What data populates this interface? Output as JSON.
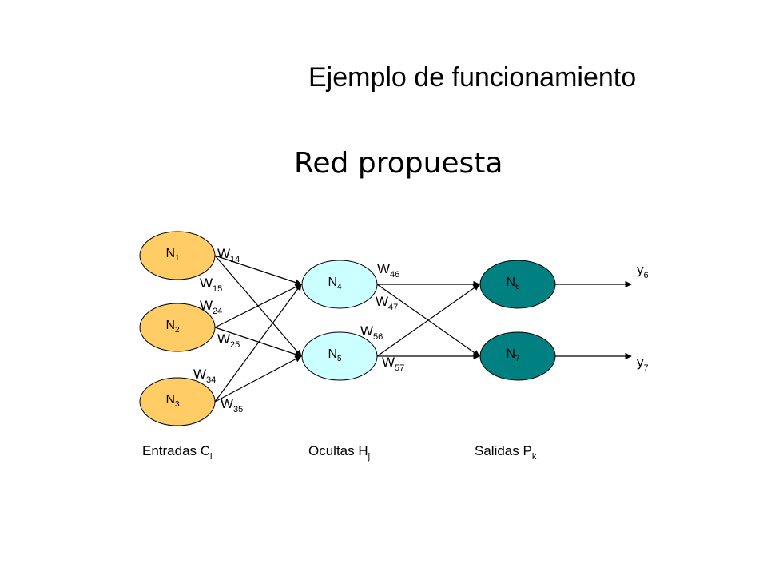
{
  "title": "Ejemplo de funcionamiento",
  "subtitle": "Red propuesta",
  "colors": {
    "input_fill": "#FFCC66",
    "hidden_fill": "#CCFFFF",
    "output_fill": "#008080",
    "stroke": "#000000"
  },
  "nodes": [
    {
      "id": "n1",
      "base": "N",
      "sub": "1",
      "layer": "input"
    },
    {
      "id": "n2",
      "base": "N",
      "sub": "2",
      "layer": "input"
    },
    {
      "id": "n3",
      "base": "N",
      "sub": "3",
      "layer": "input"
    },
    {
      "id": "n4",
      "base": "N",
      "sub": "4",
      "layer": "hidden"
    },
    {
      "id": "n5",
      "base": "N",
      "sub": "5",
      "layer": "hidden"
    },
    {
      "id": "n6",
      "base": "N",
      "sub": "6",
      "layer": "output"
    },
    {
      "id": "n7",
      "base": "N",
      "sub": "7",
      "layer": "output"
    }
  ],
  "edges": [
    {
      "from": "n1",
      "to": "n4",
      "base": "W",
      "sub": "14"
    },
    {
      "from": "n1",
      "to": "n5",
      "base": "W",
      "sub": "15"
    },
    {
      "from": "n2",
      "to": "n4",
      "base": "W",
      "sub": "24"
    },
    {
      "from": "n2",
      "to": "n5",
      "base": "W",
      "sub": "25"
    },
    {
      "from": "n3",
      "to": "n4",
      "base": "W",
      "sub": "34"
    },
    {
      "from": "n3",
      "to": "n5",
      "base": "W",
      "sub": "35"
    },
    {
      "from": "n4",
      "to": "n6",
      "base": "W",
      "sub": "46"
    },
    {
      "from": "n4",
      "to": "n7",
      "base": "W",
      "sub": "47"
    },
    {
      "from": "n5",
      "to": "n6",
      "base": "W",
      "sub": "56"
    },
    {
      "from": "n5",
      "to": "n7",
      "base": "W",
      "sub": "57"
    }
  ],
  "outputs": [
    {
      "from": "n6",
      "base": "y",
      "sub": "6"
    },
    {
      "from": "n7",
      "base": "y",
      "sub": "7"
    }
  ],
  "layer_labels": [
    {
      "base": "Entradas C",
      "sub": "i"
    },
    {
      "base": "Ocultas H",
      "sub": "j"
    },
    {
      "base": "Salidas P",
      "sub": "k"
    }
  ]
}
